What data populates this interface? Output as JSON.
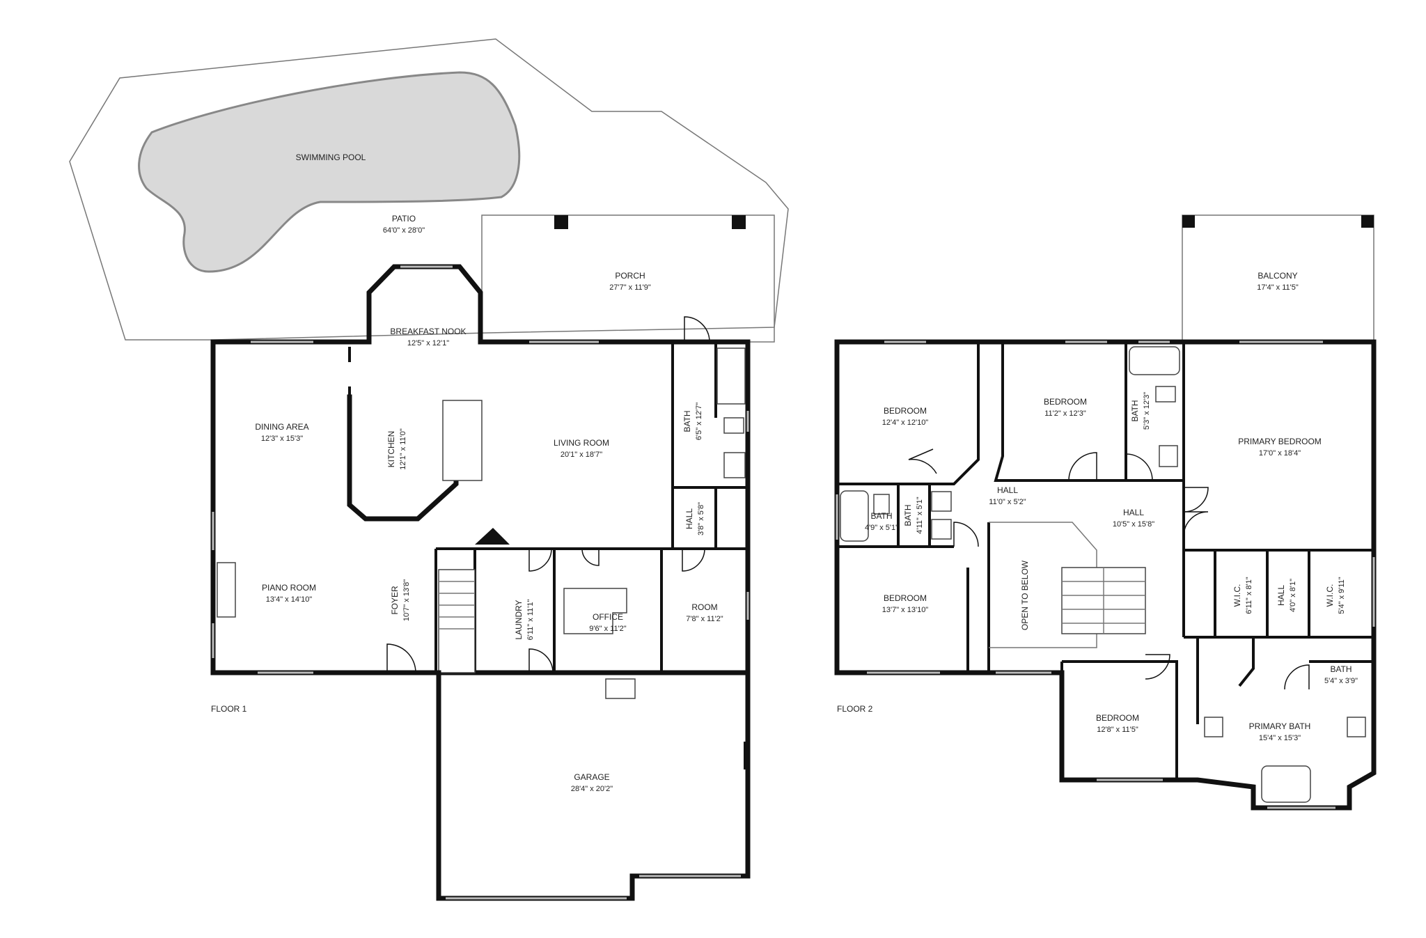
{
  "floors": [
    {
      "label": "FLOOR 1",
      "rooms": [
        {
          "id": "pool",
          "name": "SWIMMING POOL",
          "dims": ""
        },
        {
          "id": "patio",
          "name": "PATIO",
          "dims": "64'0\" x 28'0\""
        },
        {
          "id": "porch",
          "name": "PORCH",
          "dims": "27'7\" x 11'9\""
        },
        {
          "id": "nook",
          "name": "BREAKFAST NOOK",
          "dims": "12'5\" x 12'1\""
        },
        {
          "id": "dining",
          "name": "DINING AREA",
          "dims": "12'3\" x 15'3\""
        },
        {
          "id": "kitchen",
          "name": "KITCHEN",
          "dims": "12'1\" x 11'0\""
        },
        {
          "id": "living",
          "name": "LIVING ROOM",
          "dims": "20'1\" x 18'7\""
        },
        {
          "id": "bath1",
          "name": "BATH",
          "dims": "6'5\" x 12'7\""
        },
        {
          "id": "hall1",
          "name": "HALL",
          "dims": "3'8\" x 5'8\""
        },
        {
          "id": "piano",
          "name": "PIANO ROOM",
          "dims": "13'4\" x 14'10\""
        },
        {
          "id": "foyer",
          "name": "FOYER",
          "dims": "10'7\" x 13'8\""
        },
        {
          "id": "laundry",
          "name": "LAUNDRY",
          "dims": "6'11\" x 11'1\""
        },
        {
          "id": "office",
          "name": "OFFICE",
          "dims": "9'6\" x 11'2\""
        },
        {
          "id": "room",
          "name": "ROOM",
          "dims": "7'8\" x 11'2\""
        },
        {
          "id": "garage",
          "name": "GARAGE",
          "dims": "28'4\" x 20'2\""
        }
      ]
    },
    {
      "label": "FLOOR 2",
      "rooms": [
        {
          "id": "balcony",
          "name": "BALCONY",
          "dims": "17'4\" x 11'5\""
        },
        {
          "id": "bed1",
          "name": "BEDROOM",
          "dims": "12'4\" x 12'10\""
        },
        {
          "id": "bed2",
          "name": "BEDROOM",
          "dims": "11'2\" x 12'3\""
        },
        {
          "id": "bath_a",
          "name": "BATH",
          "dims": "5'3\" x 12'3\""
        },
        {
          "id": "primary_bed",
          "name": "PRIMARY BEDROOM",
          "dims": "17'0\" x 18'4\""
        },
        {
          "id": "hall_a",
          "name": "HALL",
          "dims": "11'0\" x 5'2\""
        },
        {
          "id": "hall_b",
          "name": "HALL",
          "dims": "10'5\" x 15'8\""
        },
        {
          "id": "bath_b",
          "name": "BATH",
          "dims": "4'9\" x 5'1\""
        },
        {
          "id": "bath_c",
          "name": "BATH",
          "dims": "4'11\" x 5'1\""
        },
        {
          "id": "bed3",
          "name": "BEDROOM",
          "dims": "13'7\" x 13'10\""
        },
        {
          "id": "open_below",
          "name": "OPEN TO BELOW",
          "dims": ""
        },
        {
          "id": "wic1",
          "name": "W.I.C.",
          "dims": "6'11\" x 8'1\""
        },
        {
          "id": "hall_c",
          "name": "HALL",
          "dims": "4'0\" x 8'1\""
        },
        {
          "id": "wic2",
          "name": "W.I.C.",
          "dims": "5'4\" x 9'11\""
        },
        {
          "id": "bath_d",
          "name": "BATH",
          "dims": "5'4\" x 3'9\""
        },
        {
          "id": "bed4",
          "name": "BEDROOM",
          "dims": "12'8\" x 11'5\""
        },
        {
          "id": "primary_bath",
          "name": "PRIMARY BATH",
          "dims": "15'4\" x 15'3\""
        }
      ]
    }
  ]
}
